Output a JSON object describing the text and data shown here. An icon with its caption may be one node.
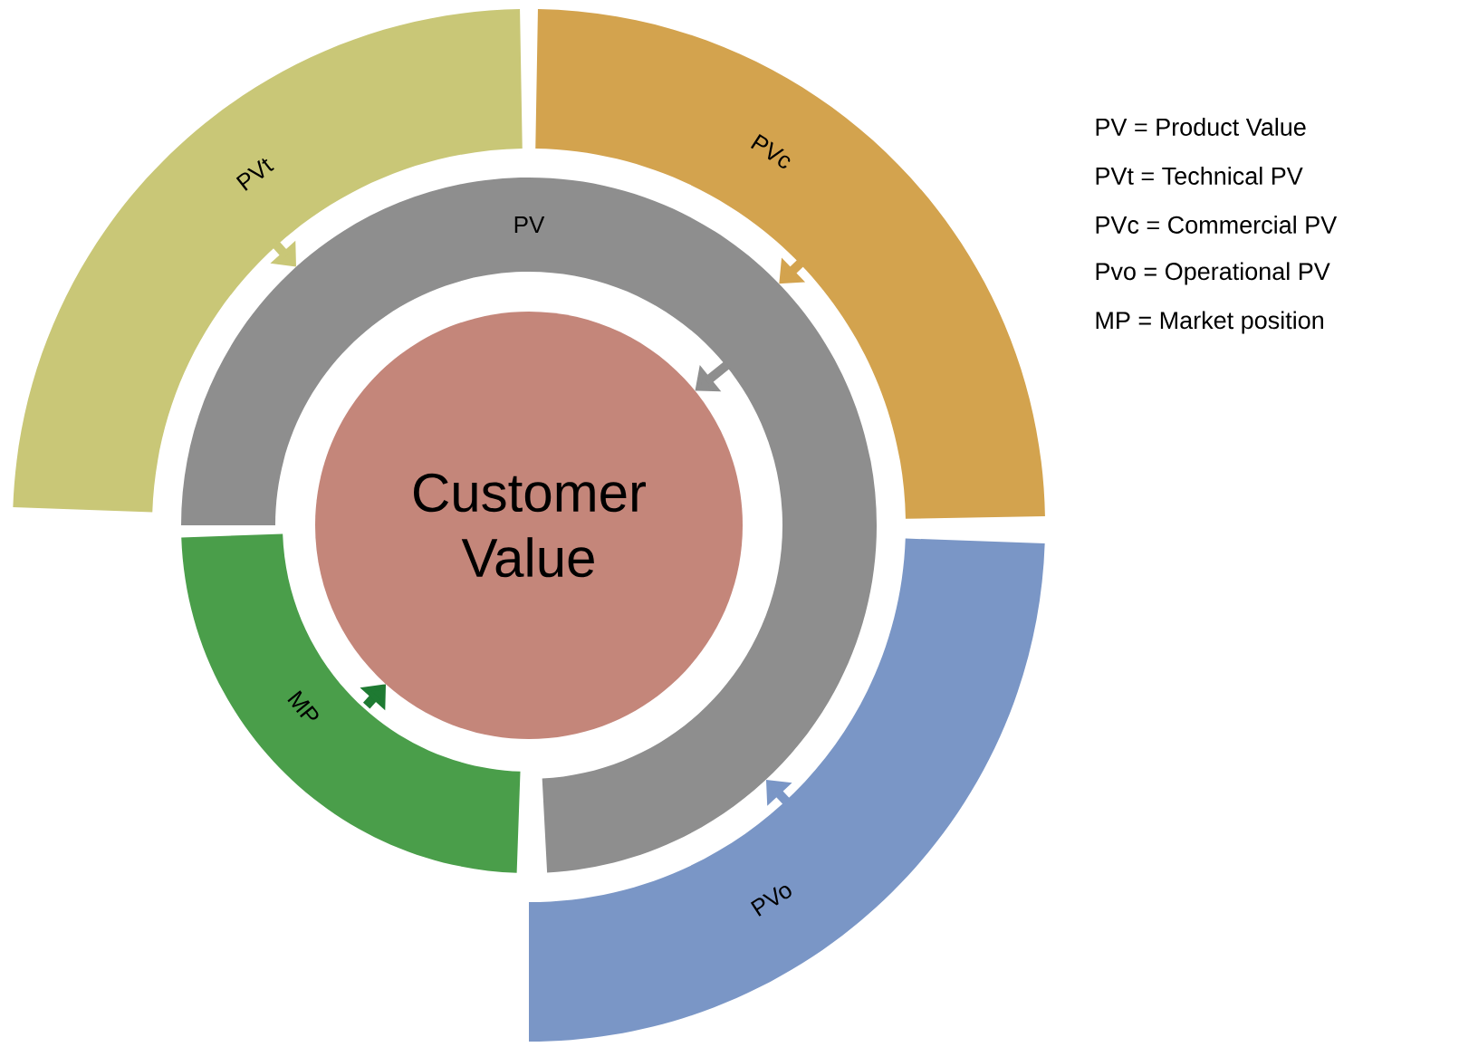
{
  "diagram": {
    "nodes": [
      {
        "text": [
          "Customer Value"
        ]
      },
      {
        "text": [
          "PV"
        ]
      },
      {
        "text": [
          "MP"
        ]
      },
      {
        "text": [
          "PVt"
        ]
      },
      {
        "text": [
          "PVc"
        ]
      },
      {
        "text": [
          "PVo"
        ]
      }
    ],
    "edges": [
      {
        "from": 3,
        "to": 1,
        "arrow": "to"
      },
      {
        "from": 4,
        "to": 1,
        "arrow": "to"
      },
      {
        "from": 5,
        "to": 1,
        "arrow": "to"
      },
      {
        "from": 1,
        "to": 0,
        "arrow": "to"
      },
      {
        "from": 2,
        "to": 0,
        "arrow": "to",
        "color": "#1E7A32"
      }
    ],
    "labels": [
      "PV = Product Value",
      "PVt = Technical PV",
      "PVc = Commercial PV",
      "Pvo = Operational PV",
      "MP = Market position"
    ]
  }
}
